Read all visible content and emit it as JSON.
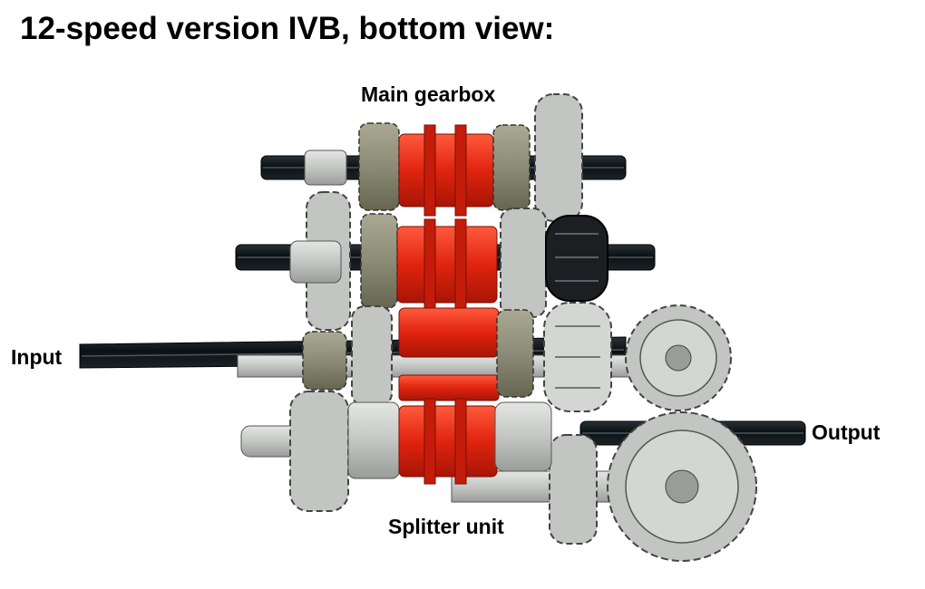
{
  "title": "12-speed version IVB, bottom view:",
  "labels": {
    "main_gearbox": "Main gearbox",
    "input": "Input",
    "output": "Output",
    "splitter_unit": "Splitter unit"
  },
  "colors": {
    "background": "#ffffff",
    "axle": "#0d1419",
    "gear_gray": "#c9cbc9",
    "gear_dark_tan": "#8c8b77",
    "clutch_red": "#e0240f",
    "bush_light": "#dcdedc",
    "black_gear": "#1b1f22",
    "outline": "#3d3d3d"
  }
}
